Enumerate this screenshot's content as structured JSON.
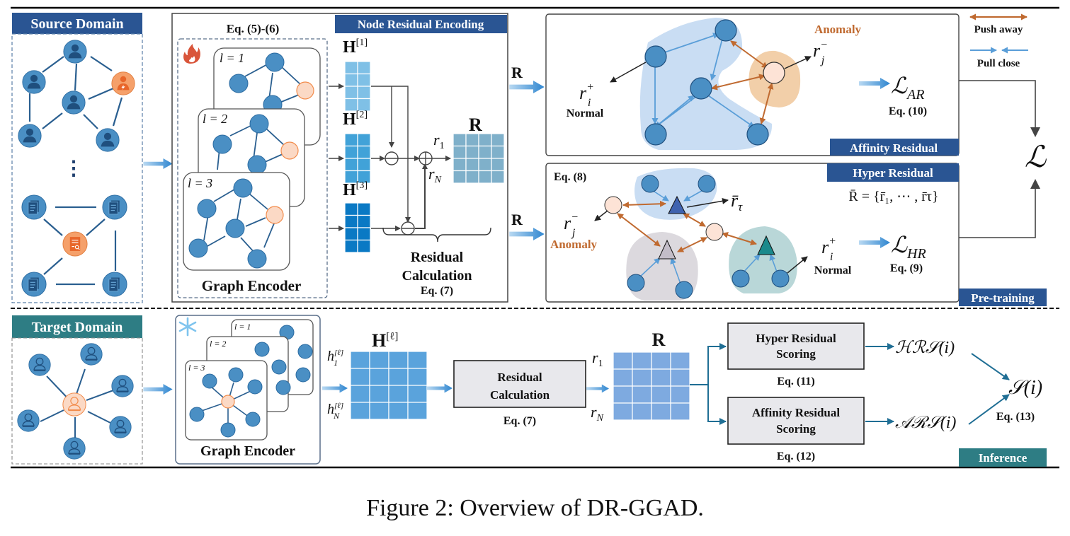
{
  "figure": {
    "caption": "Figure 2: Overview of DR-GGAD."
  },
  "colors": {
    "node_blue": "#4a8fc4",
    "node_anomaly": "#f9d9c8",
    "anomaly_orange": "#f28c4c",
    "header_blue": "#2a5593",
    "header_teal": "#2e7d84",
    "push_arrow": "#c06a30",
    "pull_arrow": "#5a9ed8",
    "flow_teal": "#1f6e94"
  },
  "pretraining": {
    "label": "Pre-training",
    "source_domain": {
      "label": "Source Domain",
      "ellipsis": "⋮"
    },
    "node_residual_encoding": {
      "label": "Node Residual Encoding",
      "eq": "Eq. (5)-(6)",
      "encoder_label": "Graph Encoder",
      "layers": [
        "l = 1",
        "l = 2",
        "l = 3"
      ],
      "fire_icon": "fire-icon",
      "h1": "H",
      "h1_sup": "[1]",
      "h2": "H",
      "h2_sup": "[2]",
      "h3": "H",
      "h3_sup": "[3]",
      "r_label": "R",
      "r1": "r",
      "r1_sub": "1",
      "rN": "r",
      "rN_sub": "N",
      "residual_calc": [
        "Residual",
        "Calculation"
      ],
      "residual_eq": "Eq. (7)"
    },
    "affinity_residual": {
      "label": "Affinity Residual",
      "input": "R",
      "anomaly": "Anomaly",
      "normal": "Normal",
      "r_minus": "r",
      "r_minus_sub": "j",
      "r_minus_sup": "−",
      "r_plus": "r",
      "r_plus_sub": "i",
      "r_plus_sup": "+",
      "loss": "ℒ",
      "loss_sub": "AR",
      "eq": "Eq. (10)"
    },
    "hyper_residual": {
      "label": "Hyper Residual",
      "input": "R",
      "eq8": "Eq. (8)",
      "set_formula": "R̄ = {r̄₁, ⋯ , r̄τ}",
      "r_tau": "r̄",
      "r_tau_sub": "τ",
      "anomaly": "Anomaly",
      "normal": "Normal",
      "r_minus": "r",
      "r_minus_sub": "j",
      "r_minus_sup": "−",
      "r_plus": "r",
      "r_plus_sub": "i",
      "r_plus_sup": "+",
      "loss": "ℒ",
      "loss_sub": "HR",
      "eq": "Eq. (9)"
    },
    "legend": {
      "push": "Push away",
      "pull": "Pull close"
    },
    "total_loss": "ℒ"
  },
  "inference": {
    "label": "Inference",
    "target_domain": {
      "label": "Target Domain"
    },
    "encoder": {
      "label": "Graph Encoder",
      "layers": [
        "l = 1",
        "l = 2",
        "l = 3"
      ],
      "snowflake_icon": "snowflake-icon"
    },
    "h_matrix": "H",
    "h_matrix_sup": "[ℓ]",
    "h1": "h",
    "h1_sub": "1",
    "h1_sup": "[ℓ]",
    "hN": "h",
    "hN_sub": "N",
    "hN_sup": "[ℓ]",
    "residual_calc": [
      "Residual",
      "Calculation"
    ],
    "residual_eq": "Eq. (7)",
    "r_label": "R",
    "r1": "r",
    "r1_sub": "1",
    "rN": "r",
    "rN_sub": "N",
    "hyper_scoring": [
      "Hyper Residual",
      "Scoring"
    ],
    "hyper_eq": "Eq. (11)",
    "affinity_scoring": [
      "Affinity Residual",
      "Scoring"
    ],
    "affinity_eq": "Eq. (12)",
    "hrs": "ℋℛ𝒮(i)",
    "ars": "𝒜ℛ𝒮(i)",
    "score": "𝒮(i)",
    "score_eq": "Eq. (13)"
  }
}
